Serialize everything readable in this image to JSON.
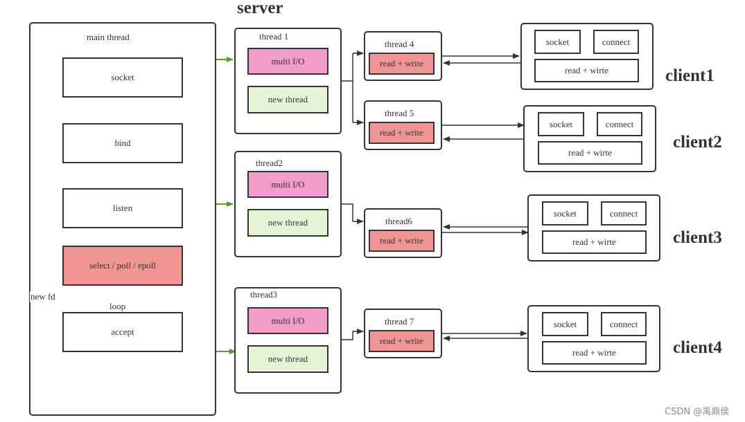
{
  "server": {
    "title": "server",
    "main_thread": {
      "label": "main  thread",
      "steps": [
        "socket",
        "bind",
        "listen",
        "select / poll / epoll",
        "accept"
      ],
      "loop_label": "loop",
      "new_fd_label": "new fd"
    },
    "worker_threads": [
      {
        "label": "thread 1",
        "io": "multi I/O",
        "spawn": "new thread"
      },
      {
        "label": "thread2",
        "io": "multi I/O",
        "spawn": "new thread"
      },
      {
        "label": "thread3",
        "io": "multi I/O",
        "spawn": "new thread"
      }
    ],
    "rw_threads": [
      {
        "label": "thread 4",
        "task": "read + write"
      },
      {
        "label": "thread 5",
        "task": "read + write"
      },
      {
        "label": "thread6",
        "task": "read + write"
      },
      {
        "label": "thread 7",
        "task": "read + write"
      }
    ]
  },
  "clients": [
    {
      "name": "client1",
      "socket": "socket",
      "connect": "connect",
      "rw": "read  + wirte"
    },
    {
      "name": "client2",
      "socket": "socket",
      "connect": "connect",
      "rw": "read  + wirte"
    },
    {
      "name": "client3",
      "socket": "socket",
      "connect": "connect",
      "rw": "read  + wirte"
    },
    {
      "name": "client4",
      "socket": "socket",
      "connect": "connect",
      "rw": "read  + wirte"
    }
  ],
  "colors": {
    "multi_io": "#f19ccb",
    "new_thread": "#e3f5d6",
    "read_write": "#f09594",
    "green_arrow": "#5b9a2f",
    "black_line": "#333333"
  },
  "watermark": "CSDN @禹鼎侯"
}
